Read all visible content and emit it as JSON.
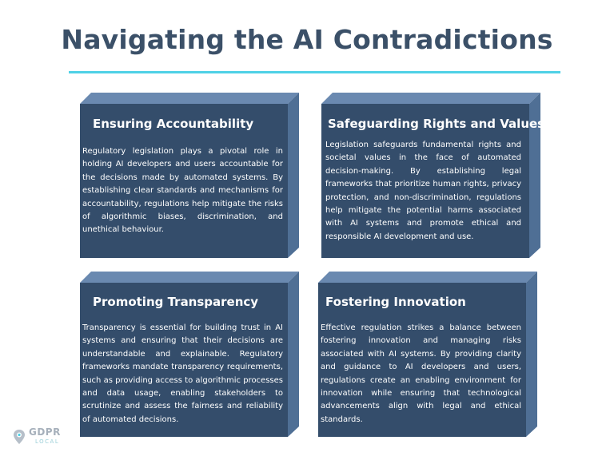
{
  "title": "Navigating the AI Contradictions",
  "colors": {
    "title": "#3b5068",
    "accent_rule": "#4fd1e6",
    "card_face": "#344d6b",
    "card_side": "#4f6f95",
    "card_top": "#6a89b0",
    "text": "#ffffff"
  },
  "cards": [
    {
      "heading": "Ensuring Accountability",
      "body": "Regulatory legislation plays a pivotal role in holding AI developers and users accountable for the decisions made by automated systems. By establishing clear standards and mechanisms for accountability, regulations help mitigate the risks of algorithmic biases, discrimination, and unethical behaviour."
    },
    {
      "heading": "Safeguarding Rights and Values",
      "body": "Legislation safeguards fundamental rights and societal values in the face of automated decision-making. By establishing legal frameworks that prioritize human rights, privacy protection, and non-discrimination, regulations help mitigate the potential harms associated with AI systems and promote ethical and responsible AI development and use."
    },
    {
      "heading": "Promoting Transparency",
      "body": "Transparency is essential for building trust in AI systems and ensuring that their decisions are understandable and explainable. Regulatory frameworks mandate transparency requirements, such as providing access to algorithmic processes and data usage, enabling stakeholders to scrutinize and assess the fairness and reliability of automated decisions."
    },
    {
      "heading": "Fostering Innovation",
      "body": "Effective regulation strikes a balance between fostering innovation and managing risks associated with AI systems. By providing clarity and guidance to AI developers and users, regulations create an enabling environment for innovation while ensuring that technological advancements align with legal and ethical standards."
    }
  ],
  "logo": {
    "name": "GDPR",
    "sub": "LOCAL",
    "icon": "map-pin-icon"
  }
}
